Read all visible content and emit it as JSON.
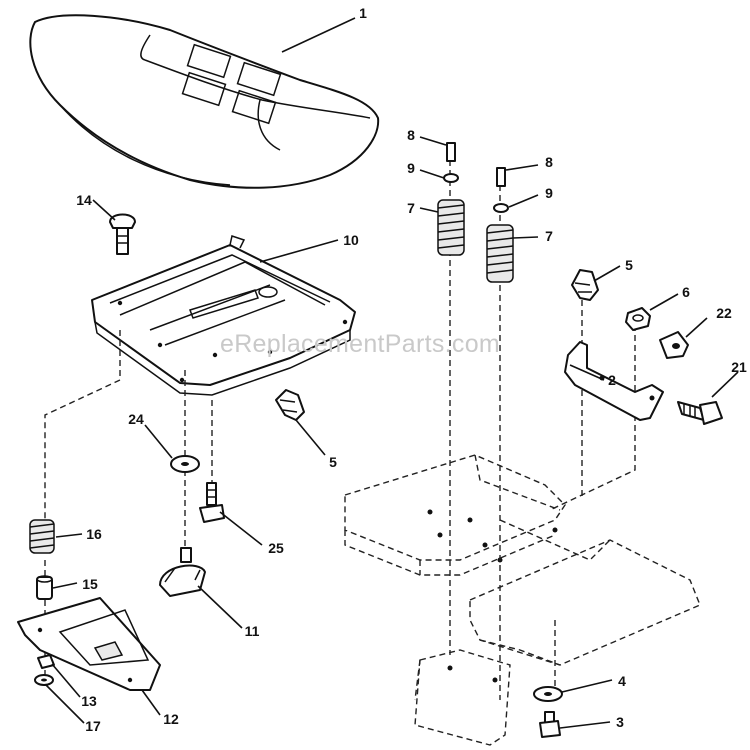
{
  "watermark": "eReplacementParts.com",
  "callouts": [
    {
      "id": "seat",
      "label": "1"
    },
    {
      "id": "bracket-right",
      "label": "2"
    },
    {
      "id": "bolt-bottom",
      "label": "3"
    },
    {
      "id": "washer-bottom",
      "label": "4"
    },
    {
      "id": "clip-right",
      "label": "5"
    },
    {
      "id": "clip-left",
      "label": "5"
    },
    {
      "id": "nut-right",
      "label": "6"
    },
    {
      "id": "spring-top-left",
      "label": "7"
    },
    {
      "id": "spring-top-right",
      "label": "7"
    },
    {
      "id": "screw-top-left",
      "label": "8"
    },
    {
      "id": "screw-top-right",
      "label": "8"
    },
    {
      "id": "washer-top-left",
      "label": "9"
    },
    {
      "id": "washer-top-right",
      "label": "9"
    },
    {
      "id": "seat-pan",
      "label": "10"
    },
    {
      "id": "knob",
      "label": "11"
    },
    {
      "id": "slide-plate",
      "label": "12"
    },
    {
      "id": "nut-small",
      "label": "13"
    },
    {
      "id": "carriage-bolt",
      "label": "14"
    },
    {
      "id": "bushing",
      "label": "15"
    },
    {
      "id": "spring-left",
      "label": "16"
    },
    {
      "id": "washer-small",
      "label": "17"
    },
    {
      "id": "shoulder-bolt",
      "label": "21"
    },
    {
      "id": "spacer",
      "label": "22"
    },
    {
      "id": "washer-left",
      "label": "24"
    },
    {
      "id": "bolt-left",
      "label": "25"
    }
  ]
}
